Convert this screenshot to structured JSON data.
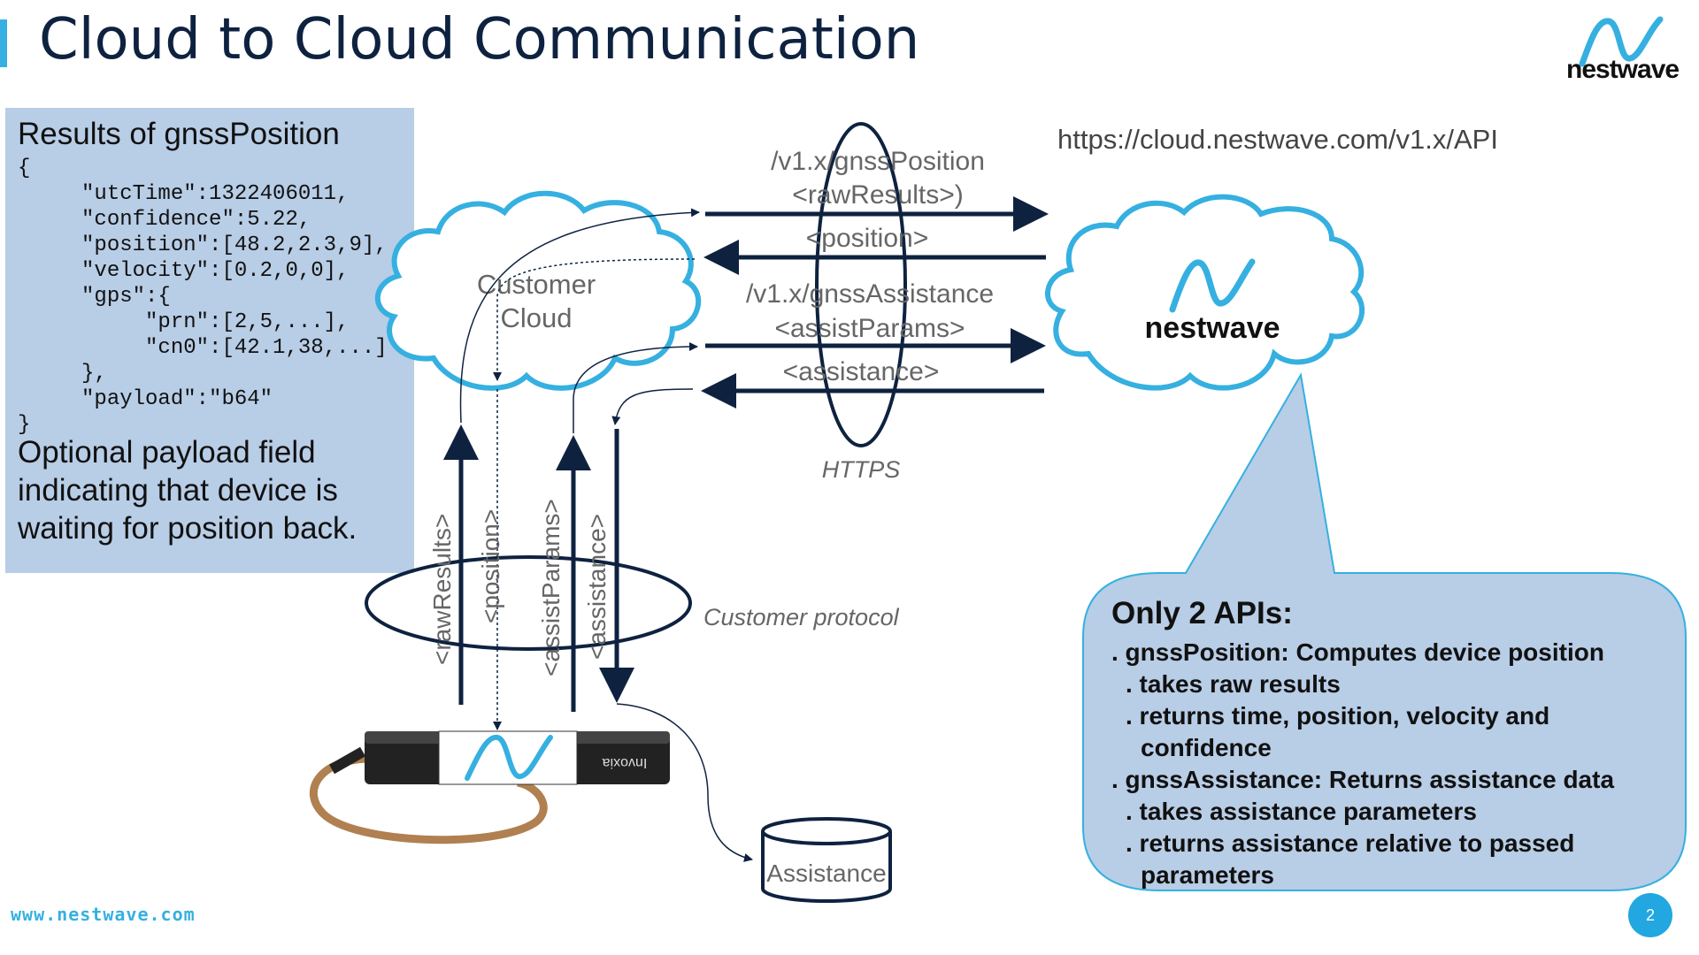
{
  "slide": {
    "title": "Cloud to Cloud Communication",
    "footer_url": "www.nestwave.com",
    "page_number": "2"
  },
  "logo": {
    "text": "nestwave",
    "icon": "nestwave-wave-logo"
  },
  "results_panel": {
    "heading": "Results of gnssPosition",
    "code": "{\n     \"utcTime\":1322406011,\n     \"confidence\":5.22,\n     \"position\":[48.2,2.3,9],\n     \"velocity\":[0.2,0,0],\n     \"gps\":{\n          \"prn\":[2,5,...],\n          \"cn0\":[42.1,38,...]\n     },\n     \"payload\":\"b64\"\n}",
    "note": "Optional payload field indicating that device is waiting for position back."
  },
  "diagram": {
    "customer_cloud_label_1": "Customer",
    "customer_cloud_label_2": "Cloud",
    "nestwave_cloud_label": "nestwave",
    "api_url": "https://cloud.nestwave.com/v1.x/API",
    "https_label": "HTTPS",
    "customer_protocol_label": "Customer protocol",
    "msg_gnss_position_1": "/v1.x/gnssPosition",
    "msg_gnss_position_2": "<rawResults>)",
    "msg_position": "<position>",
    "msg_gnss_assistance_1": "/v1.x/gnssAssistance",
    "msg_gnss_assistance_2": "<assistParams>",
    "msg_assistance": "<assistance>",
    "vertical_labels": [
      "<rawResults>",
      "<position>",
      "<assistParams>",
      "<assistance>"
    ],
    "device_brand": "Invoxia",
    "db_label": "Assistance",
    "colors": {
      "arrow": "#0e2240",
      "cloud_outline": "#35b0e0",
      "panel_bg": "#b8cde6"
    }
  },
  "callout": {
    "heading": "Only 2 APIs:",
    "lines": [
      ". gnssPosition: Computes device position",
      ". takes raw results",
      ". returns time, position, velocity and",
      "confidence",
      ". gnssAssistance: Returns assistance data",
      ". takes assistance parameters",
      ". returns assistance relative to passed",
      "parameters"
    ]
  }
}
